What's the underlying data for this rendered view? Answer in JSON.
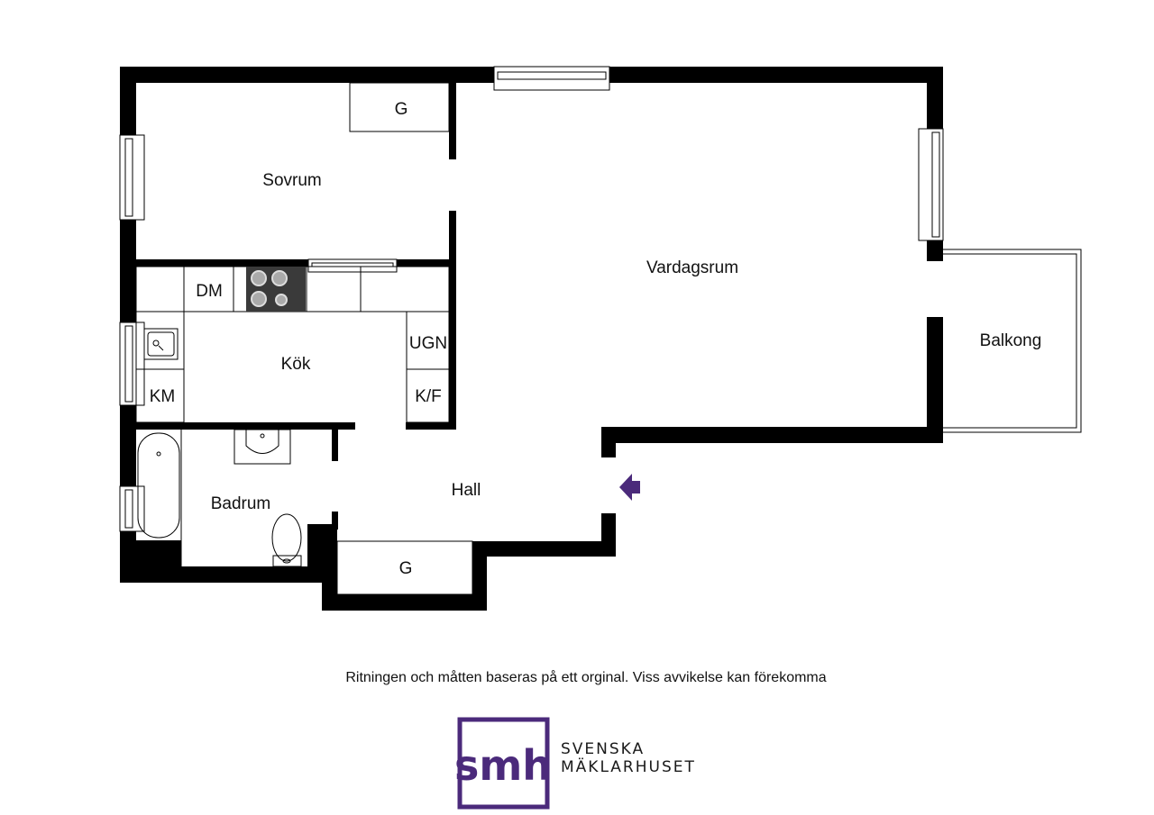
{
  "rooms": {
    "sovrum": "Sovrum",
    "vardagsrum": "Vardagsrum",
    "kok": "Kök",
    "badrum": "Badrum",
    "hall": "Hall",
    "balkong": "Balkong"
  },
  "fixtures": {
    "wardrobe_bedroom": "G",
    "wardrobe_hall": "G",
    "dishwasher": "DM",
    "oven": "UGN",
    "fridge_freezer": "K/F",
    "washing_machine": "KM"
  },
  "disclaimer": "Ritningen och måtten baseras på ett orginal. Viss avvikelse kan förekomma",
  "logo": {
    "mark": "smh",
    "line1": "SVENSKA",
    "line2": "MÄKLARHUSET",
    "color": "#4b2a7b"
  },
  "colors": {
    "wall": "#000000",
    "entrance_arrow": "#4b2a7b"
  },
  "icons": {
    "entrance": "entrance-arrow-icon"
  }
}
